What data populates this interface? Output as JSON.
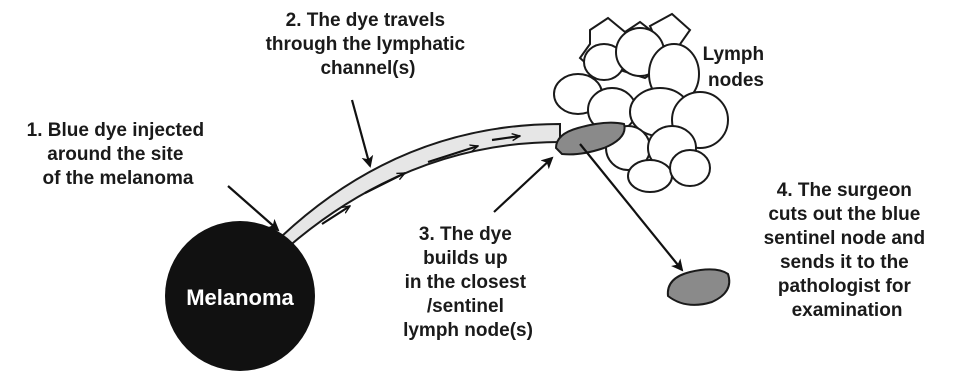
{
  "melanoma_label": "Melanoma",
  "lymph_nodes_label": [
    "Lymph",
    "nodes"
  ],
  "steps": [
    {
      "lines": [
        "1. Blue dye injected",
        "around the site",
        "of the melanoma"
      ]
    },
    {
      "lines": [
        "2. The dye travels",
        "through the lymphatic",
        "channel(s)"
      ]
    },
    {
      "lines": [
        "3. The dye",
        "builds up",
        "in the closest",
        "/sentinel",
        "lymph node(s)"
      ]
    },
    {
      "lines": [
        "4. The surgeon",
        "cuts out the blue",
        "sentinel node and",
        "sends it to the",
        "pathologist for",
        "examination"
      ]
    }
  ],
  "colors": {
    "melanoma_fill": "#111111",
    "sentinel_node_fill": "#8a8a8a",
    "lymph_node_fill": "#ffffff",
    "channel_fill": "#e6e6e6",
    "text": "#1a1a1a"
  }
}
